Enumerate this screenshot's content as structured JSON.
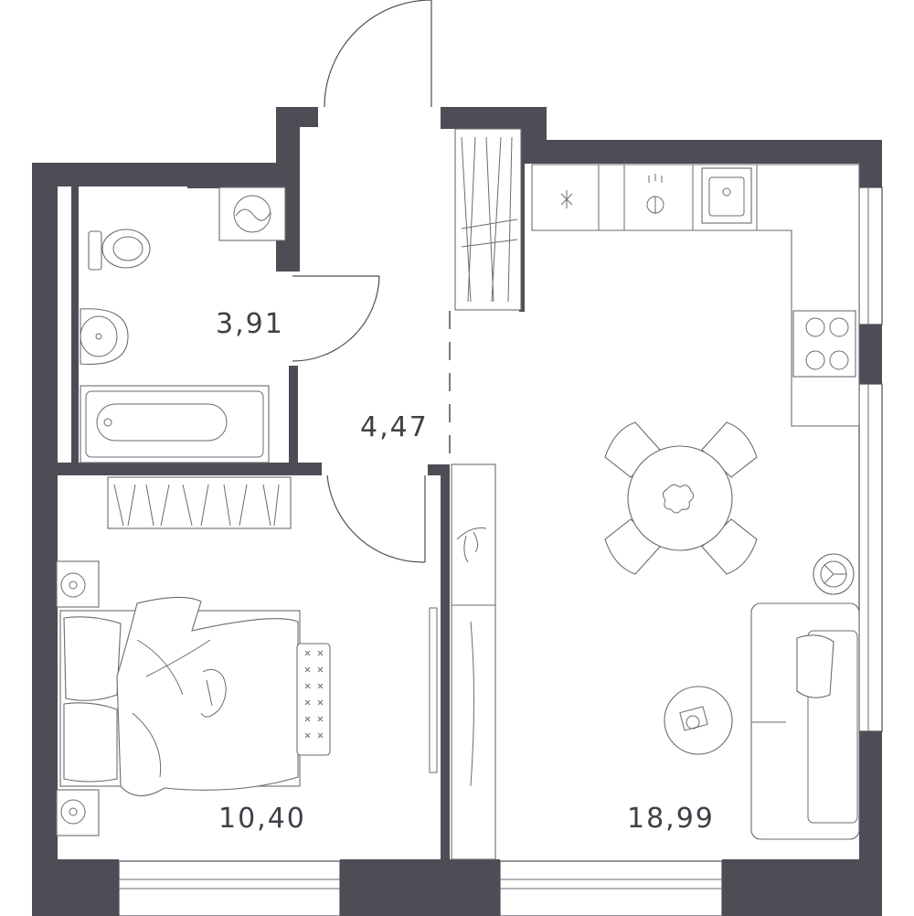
{
  "rooms": [
    {
      "name": "bathroom",
      "area": "3,91"
    },
    {
      "name": "hallway",
      "area": "4,47"
    },
    {
      "name": "bedroom",
      "area": "10,40"
    },
    {
      "name": "kitchen-living",
      "area": "18,99"
    }
  ],
  "colors": {
    "wall": "#4d4e55",
    "line": "#6a6b72",
    "background": "#ffffff"
  },
  "icons": [
    "toilet-icon",
    "sink-icon",
    "bathtub-icon",
    "washing-machine-icon",
    "wardrobe-icon",
    "bed-icon",
    "rug-icon",
    "nightstand-lamp-icon",
    "cat-icon",
    "plant-icon",
    "kitchen-sink-icon",
    "stove-icon",
    "faucet-icon",
    "dining-table-icon",
    "chair-icon",
    "sofa-icon",
    "coffee-table-icon",
    "floor-lamp-icon",
    "door-icon"
  ]
}
